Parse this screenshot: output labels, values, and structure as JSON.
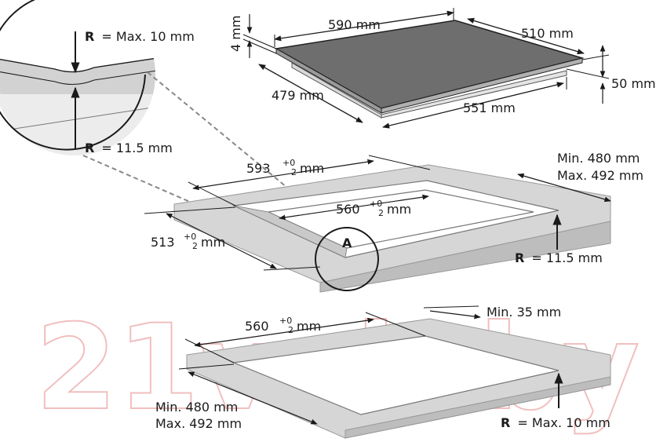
{
  "watermark": "21vek.by",
  "hob": {
    "width": "590 mm",
    "depth": "510 mm",
    "glass_thickness": "4 mm",
    "total_height": "50 mm",
    "body_width": "551 mm",
    "body_depth": "479 mm"
  },
  "cutout_flush": {
    "outer_width_base": "593",
    "outer_depth_base": "513",
    "inner_width_base": "560",
    "tol_top": "+0",
    "tol_bottom": "2",
    "unit": "mm",
    "worktop_min": "Min. 480 mm",
    "worktop_max": "Max. 492 mm",
    "corner_r_value": "= 11.5 mm",
    "detail_marker": "A"
  },
  "detail": {
    "r_prefix": "R",
    "r_max_value": "= Max. 10 mm",
    "r_inner_value": "= 11.5 mm"
  },
  "cutout_standard": {
    "width_base": "560",
    "edge_min": "Min. 35 mm",
    "depth_min": "Min. 480 mm",
    "depth_max": "Max. 492 mm",
    "corner_r_value": "= Max. 10 mm"
  }
}
